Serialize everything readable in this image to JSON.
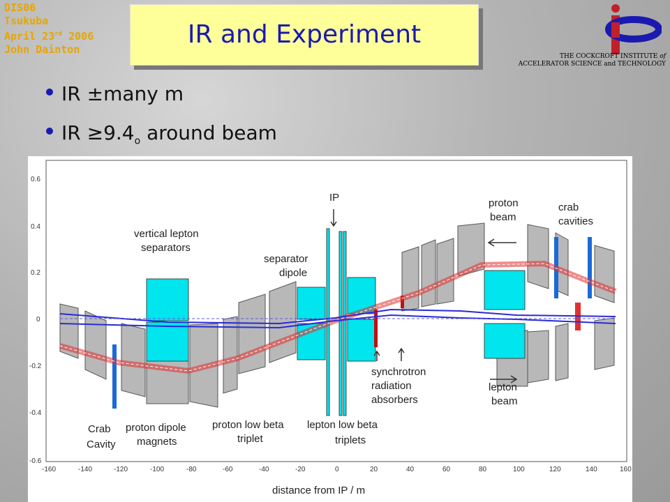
{
  "conference": {
    "line1": "DIS06",
    "line2": "Tsukuba",
    "line3_pre": "April 23",
    "line3_sup": "rd",
    "line3_post": " 2006",
    "line4": "John Dainton"
  },
  "title": "IR and Experiment",
  "institute": {
    "line1_main": "THE COCKCROFT INSTITUTE",
    "line1_of": "of",
    "line2": "ACCELERATOR SCIENCE and TECHNOLOGY"
  },
  "bullets": [
    {
      "text": "IR ±many m"
    },
    {
      "text_pre": "IR ≥9.4",
      "text_sub": "o",
      "text_post": " around beam"
    }
  ],
  "diagram": {
    "y_ticks": [
      "0.6",
      "0.4",
      "0.2",
      "0",
      "-0.2",
      "-0.4",
      "-0.6"
    ],
    "x_ticks": [
      "-160",
      "-140",
      "-120",
      "-100",
      "-80",
      "-60",
      "-40",
      "-20",
      "0",
      "20",
      "40",
      "60",
      "80",
      "100",
      "120",
      "140",
      "160"
    ],
    "xlabel": "distance from IP  / m",
    "labels": {
      "ip": "IP",
      "vertical_lepton_separators_1": "vertical lepton",
      "vertical_lepton_separators_2": "separators",
      "separator_dipole_1": "separator",
      "separator_dipole_2": "dipole",
      "proton_beam_1": "proton",
      "proton_beam_2": "beam",
      "crab_cavities_1": "crab",
      "crab_cavities_2": "cavities",
      "synch_1": "synchrotron",
      "synch_2": "radiation",
      "synch_3": "absorbers",
      "lepton_beam_1": "lepton",
      "lepton_beam_2": "beam",
      "crab_cavity_1": "Crab",
      "crab_cavity_2": "Cavity",
      "proton_dipole_1": "proton dipole",
      "proton_dipole_2": "magnets",
      "proton_low_beta_1": "proton low beta",
      "proton_low_beta_2": "triplet",
      "lepton_low_beta_1": "lepton low beta",
      "lepton_low_beta_2": "triplets"
    },
    "colors": {
      "magnet": "#b8b8b8",
      "separator": "#00e5ee",
      "proton": "#e03030",
      "lepton": "#2a2ad8",
      "crab": "#1a6ad8"
    }
  }
}
